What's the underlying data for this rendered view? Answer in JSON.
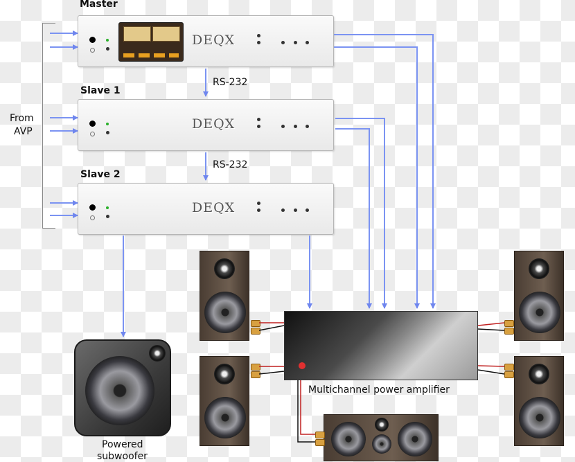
{
  "units": {
    "master": {
      "label": "Master",
      "brand": "DEQX"
    },
    "slave1": {
      "label": "Slave 1",
      "brand": "DEQX"
    },
    "slave2": {
      "label": "Slave 2",
      "brand": "DEQX"
    }
  },
  "source": {
    "line1": "From",
    "line2": "AVP"
  },
  "links": {
    "rs232_1": "RS-232",
    "rs232_2": "RS-232"
  },
  "amplifier": {
    "label": "Multichannel power amplifier"
  },
  "subwoofer": {
    "line1": "Powered",
    "line2": "subwoofer"
  },
  "colors": {
    "signal_arrow": "#7b93f2",
    "wire_red": "#c02020",
    "wire_black": "#111111"
  }
}
